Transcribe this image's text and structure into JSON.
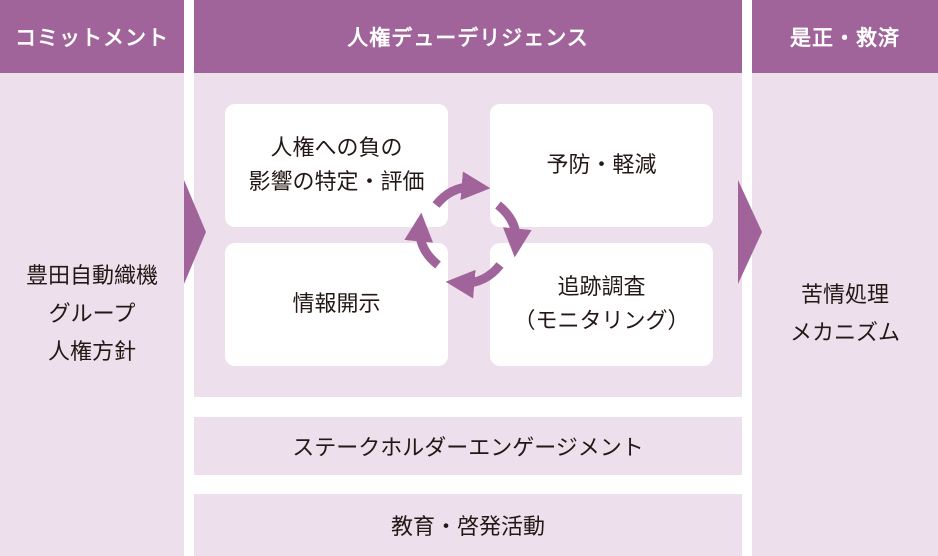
{
  "headers": {
    "commitment": "コミットメント",
    "due_diligence": "人権デューデリジェンス",
    "remedy": "是正・救済"
  },
  "commitment_text": "豊田自動織機\nグループ\n人権方針",
  "steps": {
    "identify": "人権への負の\n影響の特定・評価",
    "prevent": "予防・軽減",
    "monitor": "追跡調査\n（モニタリング）",
    "disclose": "情報開示"
  },
  "remedy_text": "苦情処理\nメカニズム",
  "bars": {
    "stakeholder": "ステークホルダーエンゲージメント",
    "education": "教育・啓発活動"
  },
  "colors": {
    "header": "#a0649a",
    "panel": "#eddfeb",
    "arrow": "#a0649a",
    "cycle": "#a0649a"
  }
}
